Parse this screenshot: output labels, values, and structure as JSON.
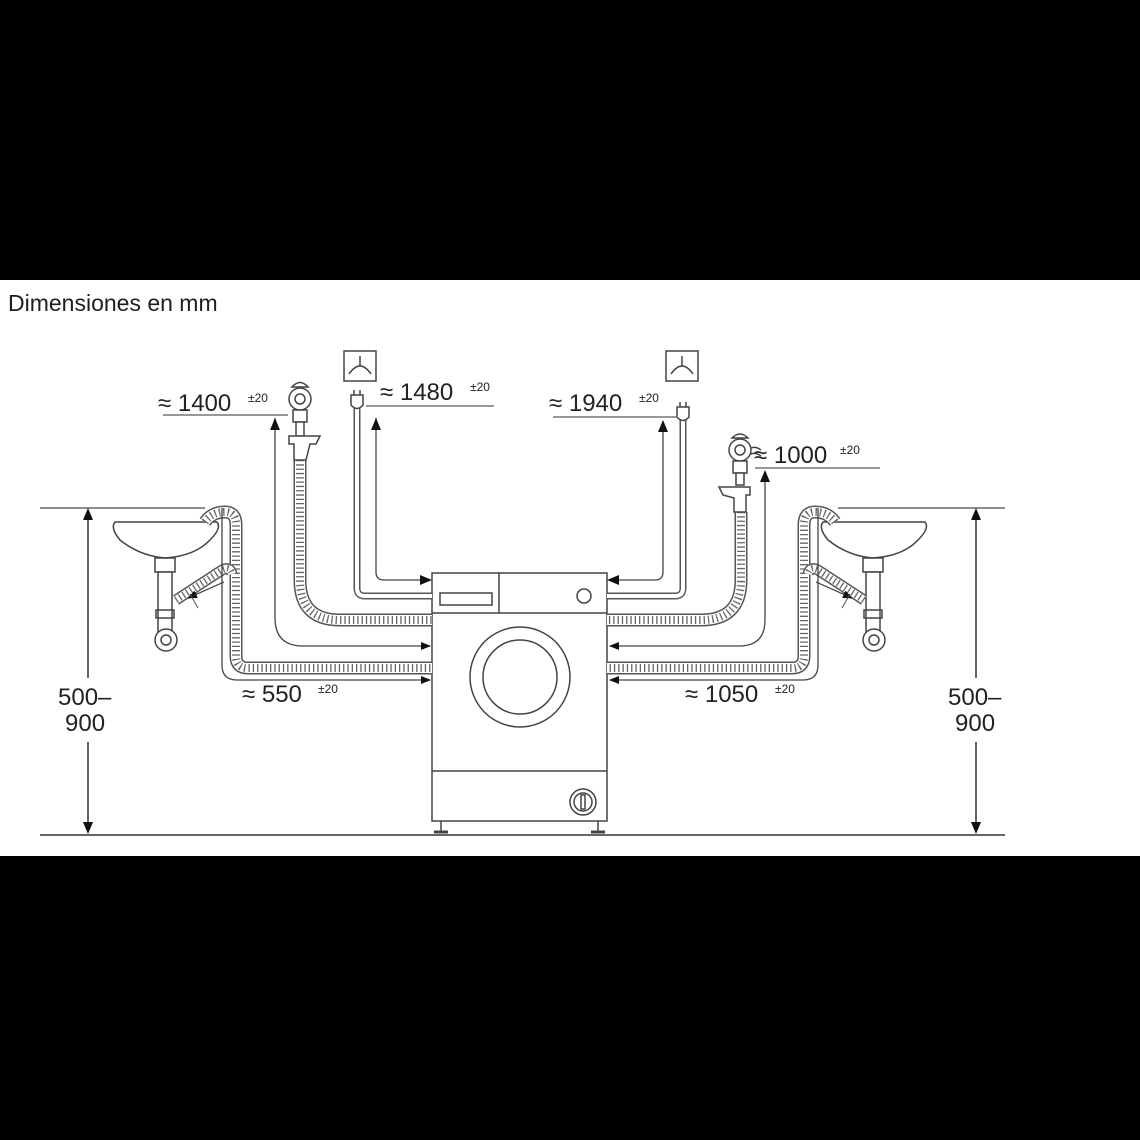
{
  "title": "Dimensiones en mm",
  "colors": {
    "background": "#000000",
    "panel": "#ffffff",
    "line": "#333333",
    "text": "#222222"
  },
  "dimensions": {
    "water_inlet_left": {
      "value": "≈ 1400",
      "tolerance": "±20"
    },
    "power_cord_left": {
      "value": "≈ 1480",
      "tolerance": "±20"
    },
    "power_cord_right": {
      "value": "≈ 1940",
      "tolerance": "±20"
    },
    "water_inlet_right": {
      "value": "≈ 1000",
      "tolerance": "±20"
    },
    "drain_hose_left": {
      "value": "≈ 550",
      "tolerance": "±20"
    },
    "drain_hose_right": {
      "value": "≈ 1050",
      "tolerance": "±20"
    },
    "sink_height_left": {
      "line1": "500–",
      "line2": "900"
    },
    "sink_height_right": {
      "line1": "500–",
      "line2": "900"
    }
  },
  "components": [
    "washing-machine",
    "sink-left",
    "sink-right",
    "water-tap-left",
    "water-tap-right",
    "power-socket-left",
    "power-socket-right",
    "drain-hose-left",
    "drain-hose-right"
  ]
}
